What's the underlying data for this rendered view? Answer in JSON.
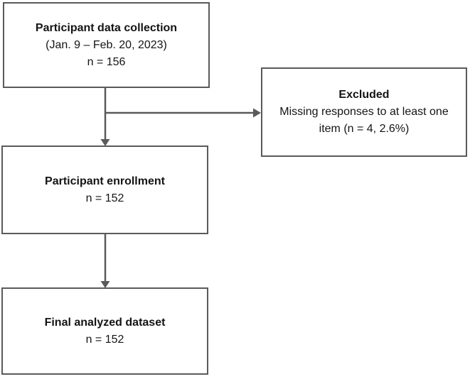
{
  "colors": {
    "line": "#5a5a5a",
    "text": "#141414",
    "background": "#ffffff"
  },
  "diagram": {
    "type": "flowchart",
    "boxes": {
      "data_collection": {
        "title": "Participant data collection",
        "line1": "(Jan. 9 – Feb. 20, 2023)",
        "line2": "n = 156"
      },
      "excluded": {
        "title": "Excluded",
        "line1": "Missing responses to at least one item (n = 4, 2.6%)"
      },
      "enrollment": {
        "title": "Participant enrollment",
        "line1": "n = 152"
      },
      "final_dataset": {
        "title": "Final analyzed dataset",
        "line1": "n = 152"
      }
    },
    "arrows": [
      {
        "from": "data_collection",
        "to": "enrollment",
        "direction": "down"
      },
      {
        "from": "data_collection",
        "to": "excluded",
        "direction": "right"
      },
      {
        "from": "enrollment",
        "to": "final_dataset",
        "direction": "down"
      }
    ]
  }
}
